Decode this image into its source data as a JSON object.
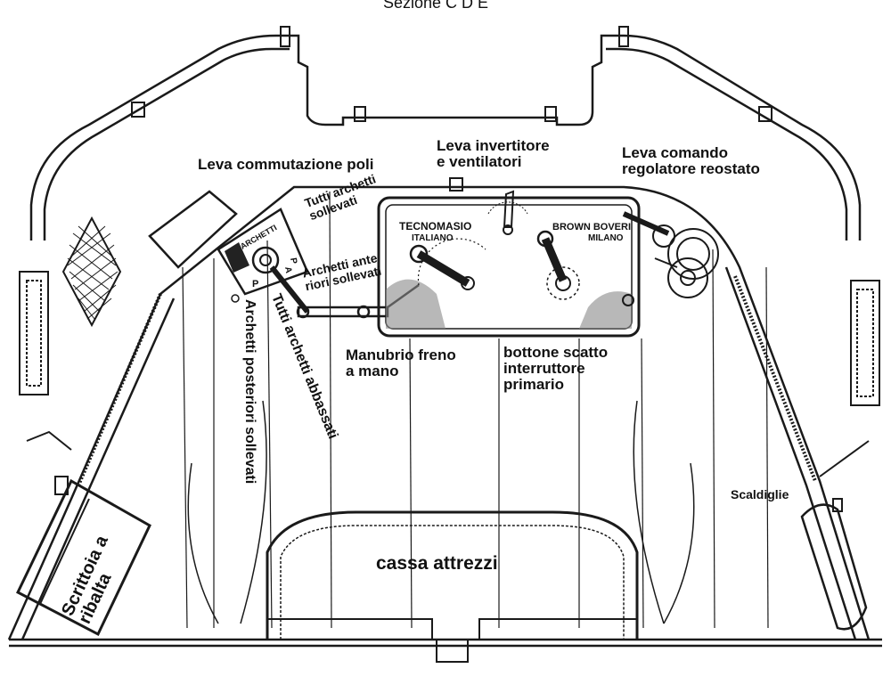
{
  "diagram": {
    "title": "Sezione  C D E",
    "labels": {
      "leva_commutazione": "Leva commutazione poli",
      "leva_invertitore": "Leva invertitore\ne ventilatori",
      "leva_comando": "Leva comando\nregolatore reostato",
      "tutti_archetti_sollevati": "Tutti archetti\nsollevati",
      "archetti_anteriori": "Archetti ante\nriori sollevati",
      "manubrio_freno": "Manubrio freno\na mano",
      "bottone_scatto": "bottone scatto\ninterruttore\nprimario",
      "tutti_archetti_abbassati": "Tutti archetti abbassati",
      "archetti_posteriori": "Archetti posteriori sollevati",
      "scaldiglie": "Scaldiglie",
      "scrittoia": "Scrittoia a\nribalta",
      "cassa_attrezzi": "cassa attrezzi"
    },
    "plates": {
      "tecnomasio": "TECNOMASIO",
      "italiano": "ITALIANO",
      "brown_boveri": "BROWN  BOVERI",
      "milano": "MILANO",
      "archetti": "ARCHETTI",
      "switch_p_left": "P",
      "switch_a": "A",
      "switch_p_right": "P"
    }
  }
}
